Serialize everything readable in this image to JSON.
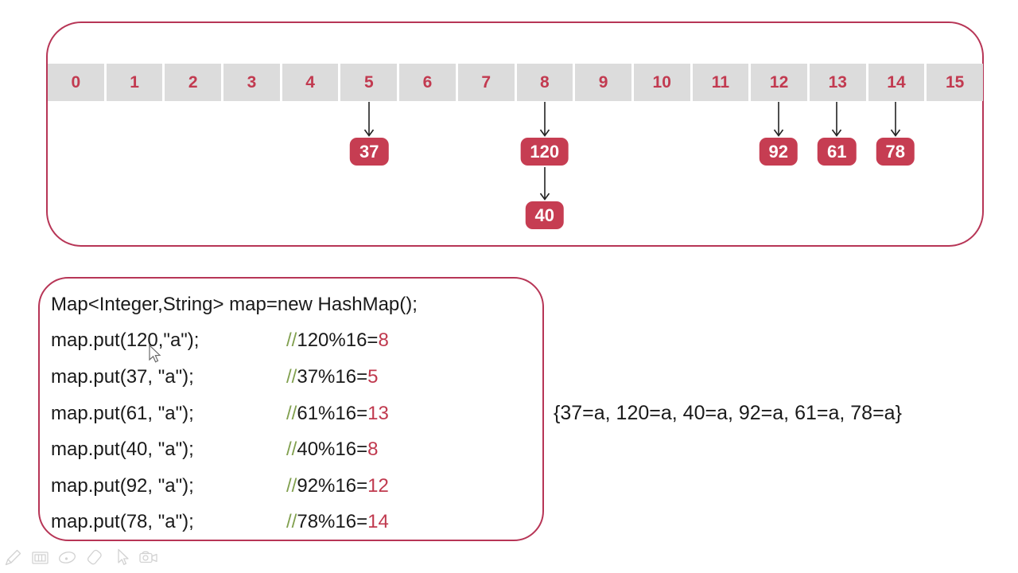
{
  "colors": {
    "accent_crimson": "#b73556",
    "box_fill": "#c63d52",
    "cell_bg": "#dcdcdc",
    "cell_number": "#c23a50",
    "comment_green": "#81a04f",
    "result_red": "#c0394e",
    "code_black": "#1a1a1a",
    "toolbar_gray": "#d2d2d2"
  },
  "diagram": {
    "cells": [
      "0",
      "1",
      "2",
      "3",
      "4",
      "5",
      "6",
      "7",
      "8",
      "9",
      "10",
      "11",
      "12",
      "13",
      "14",
      "15"
    ],
    "entries": [
      {
        "value": "37",
        "cell": 5,
        "row": 0
      },
      {
        "value": "120",
        "cell": 8,
        "row": 0
      },
      {
        "value": "40",
        "cell": 8,
        "row": 1
      },
      {
        "value": "92",
        "cell": 12,
        "row": 0
      },
      {
        "value": "61",
        "cell": 13,
        "row": 0
      },
      {
        "value": "78",
        "cell": 14,
        "row": 0
      }
    ]
  },
  "code_panel": {
    "lines": [
      {
        "code": "Map<Integer,String> map=new HashMap();"
      },
      {
        "code": "map.put(120,\"a\");",
        "comment_slashes": "//",
        "comment_expr": "120%16=",
        "comment_result": "8"
      },
      {
        "code": "map.put(37, \"a\");",
        "comment_slashes": "//",
        "comment_expr": "37%16=",
        "comment_result": "5"
      },
      {
        "code": "map.put(61, \"a\");",
        "comment_slashes": "//",
        "comment_expr": "61%16=",
        "comment_result": "13"
      },
      {
        "code": "map.put(40, \"a\");",
        "comment_slashes": "//",
        "comment_expr": "40%16=",
        "comment_result": "8"
      },
      {
        "code": "map.put(92, \"a\");",
        "comment_slashes": "//",
        "comment_expr": "92%16=",
        "comment_result": "12"
      },
      {
        "code": "map.put(78, \"a\");",
        "comment_slashes": "//",
        "comment_expr": "78%16=",
        "comment_result": "14"
      }
    ]
  },
  "result_text": "{37=a, 120=a, 40=a, 92=a, 61=a, 78=a}",
  "toolbar": {
    "tools": [
      "pen-tool",
      "board-tool",
      "ellipse-tool",
      "eraser-tool",
      "cursor-tool",
      "camera-tool"
    ]
  }
}
